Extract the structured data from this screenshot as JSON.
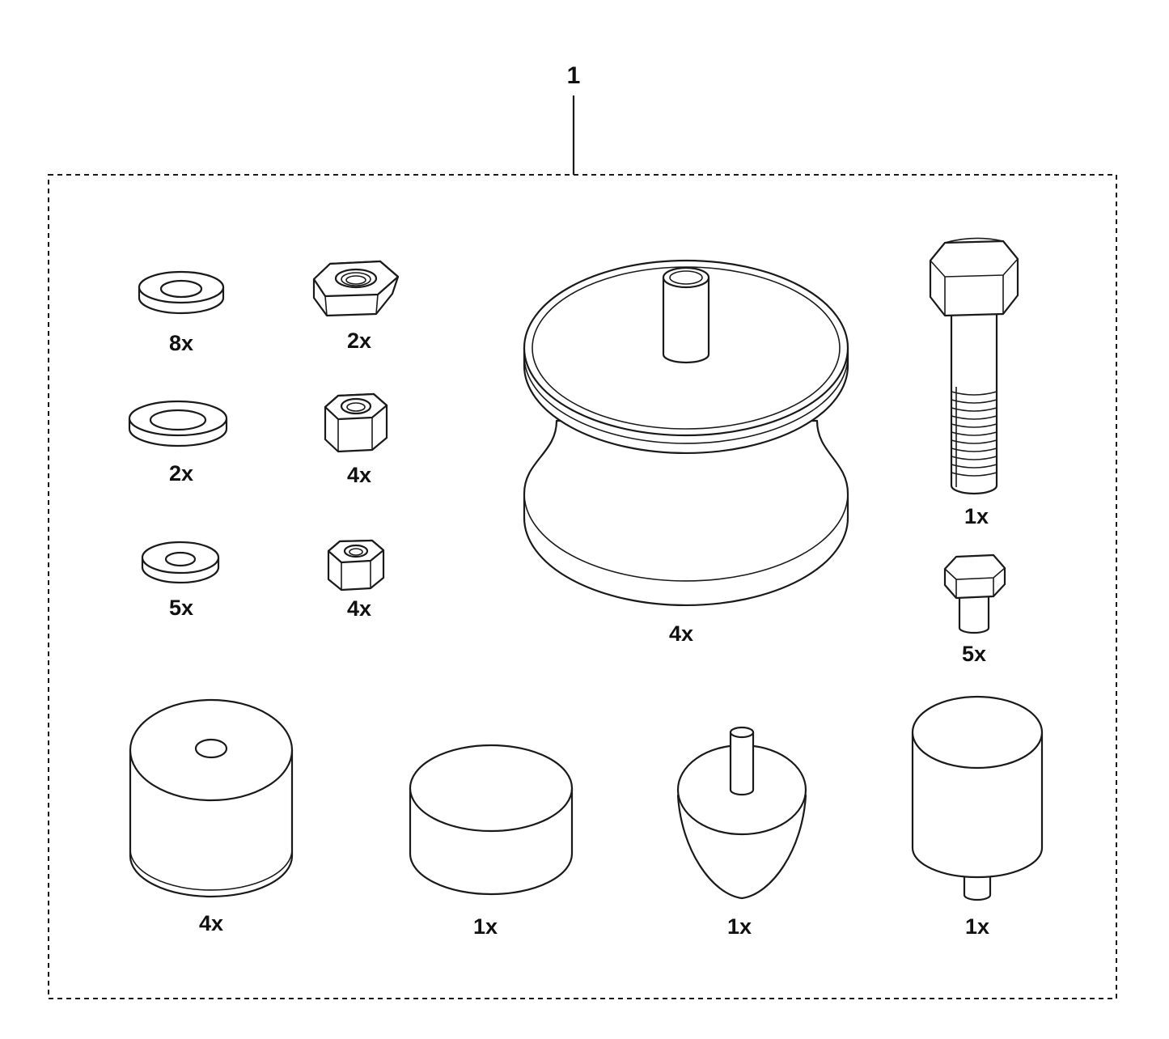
{
  "callout": {
    "number": "1"
  },
  "parts": [
    {
      "id": "washer-large",
      "quantity": "8x"
    },
    {
      "id": "hex-nut-large",
      "quantity": "2x"
    },
    {
      "id": "washer-wide",
      "quantity": "2x"
    },
    {
      "id": "hex-nut-medium",
      "quantity": "4x"
    },
    {
      "id": "washer-small",
      "quantity": "5x"
    },
    {
      "id": "hex-nut-small",
      "quantity": "4x"
    },
    {
      "id": "spool-mount",
      "quantity": "4x"
    },
    {
      "id": "long-bolt",
      "quantity": "1x"
    },
    {
      "id": "short-bolt",
      "quantity": "5x"
    },
    {
      "id": "cylinder-mount",
      "quantity": "4x"
    },
    {
      "id": "rubber-bumper",
      "quantity": "1x"
    },
    {
      "id": "cone-bumper",
      "quantity": "1x"
    },
    {
      "id": "stud-mount",
      "quantity": "1x"
    }
  ]
}
